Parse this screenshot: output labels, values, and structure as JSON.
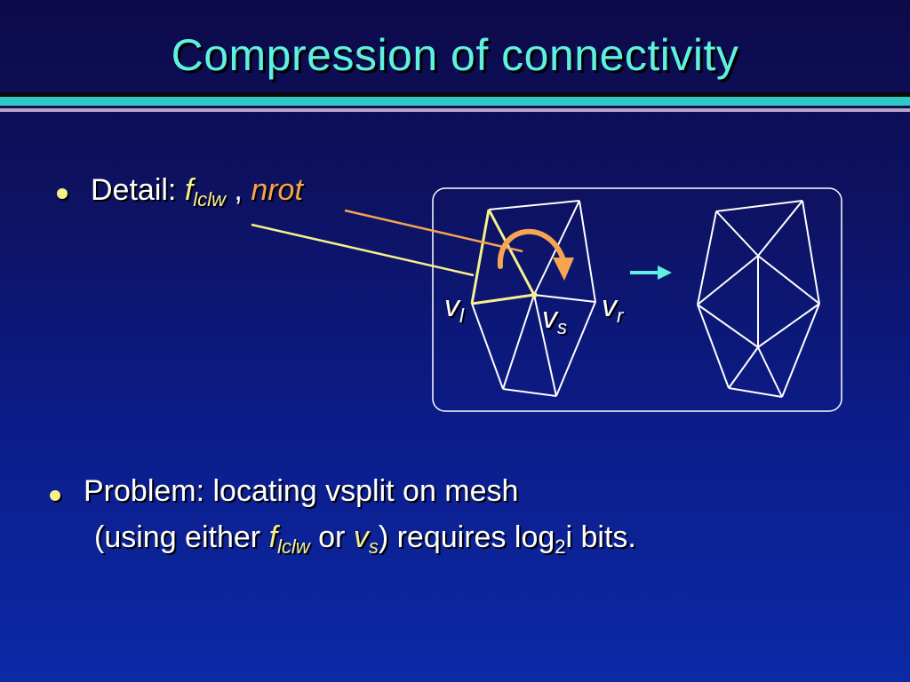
{
  "slide": {
    "title": "Compression of connectivity",
    "detail": {
      "label": "Detail:",
      "f_main": "f",
      "f_sub": "lclw",
      "separator": ",",
      "nrot": "nrot"
    },
    "problem": {
      "line1": "Problem: locating vsplit on mesh",
      "line2_prefix": "(using either",
      "f_main": "f",
      "f_sub": "lclw",
      "or": "or",
      "v_main": "v",
      "v_sub": "s",
      "paren_close": ")",
      "requires": "requires log",
      "log_sub": "2",
      "tail": "i bits."
    }
  },
  "diagram": {
    "label_vl": "v",
    "label_vl_sub": "l",
    "label_vs": "v",
    "label_vs_sub": "s",
    "label_vr": "v",
    "label_vr_sub": "r",
    "icons": [
      "rotation-arrow-icon",
      "right-arrow-icon"
    ]
  },
  "colors": {
    "title": "#5ef0e0",
    "highlight_yellow": "#f6f08e",
    "highlight_orange": "#f5a451",
    "arrow_cyan": "#5ef0e0"
  }
}
